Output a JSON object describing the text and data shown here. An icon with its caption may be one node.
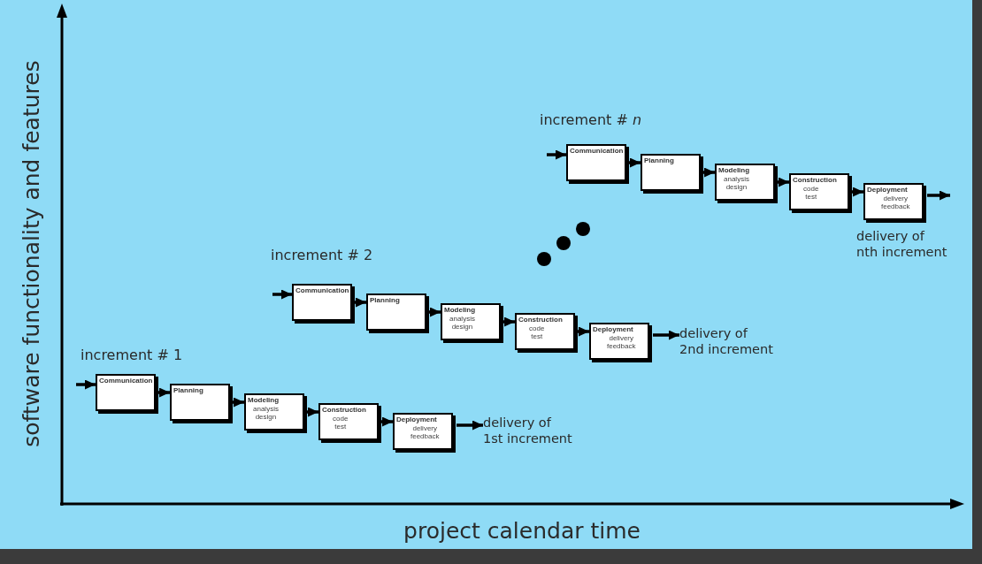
{
  "diagram": {
    "nodes": [
      {
        "text": [
          "Communication"
        ]
      },
      {
        "text": [
          "Planning"
        ]
      },
      {
        "text": [
          "Modeling",
          "analysis design"
        ]
      },
      {
        "text": [
          "Construction",
          "code test"
        ]
      },
      {
        "text": [
          "Deployment",
          "delivery feedback"
        ]
      },
      {
        "text": [
          "delivery of 1st increment"
        ]
      },
      {
        "text": [
          "Communication"
        ]
      },
      {
        "text": [
          "Planning"
        ]
      },
      {
        "text": [
          "Modeling",
          "analysis design"
        ]
      },
      {
        "text": [
          "Construction",
          "code test"
        ]
      },
      {
        "text": [
          "Deployment",
          "delivery feedback"
        ]
      },
      {
        "text": [
          "delivery of 2nd increment"
        ]
      },
      {
        "text": [
          "Communication"
        ]
      },
      {
        "text": [
          "Planning"
        ]
      },
      {
        "text": [
          "Modeling",
          "analysis design"
        ]
      },
      {
        "text": [
          "Construction",
          "code test"
        ]
      },
      {
        "text": [
          "Deployment",
          "delivery feedback"
        ]
      }
    ],
    "edges": [
      {
        "from": null,
        "to": 0,
        "arrow": "to"
      },
      {
        "from": 0,
        "to": 1,
        "arrow": "to"
      },
      {
        "from": 1,
        "to": 2,
        "arrow": "to"
      },
      {
        "from": 2,
        "to": 3,
        "arrow": "to"
      },
      {
        "from": 3,
        "to": 4,
        "arrow": "to"
      },
      {
        "from": 4,
        "to": 5,
        "arrow": "to"
      },
      {
        "from": null,
        "to": 6,
        "arrow": "to"
      },
      {
        "from": 6,
        "to": 7,
        "arrow": "to"
      },
      {
        "from": 7,
        "to": 8,
        "arrow": "to"
      },
      {
        "from": 8,
        "to": 9,
        "arrow": "to"
      },
      {
        "from": 9,
        "to": 10,
        "arrow": "to"
      },
      {
        "from": 10,
        "to": 11,
        "arrow": "to"
      },
      {
        "from": null,
        "to": 12,
        "arrow": "to"
      },
      {
        "from": 12,
        "to": 13,
        "arrow": "to"
      },
      {
        "from": 13,
        "to": 14,
        "arrow": "to"
      },
      {
        "from": 14,
        "to": 15,
        "arrow": "to"
      },
      {
        "from": 15,
        "to": 16,
        "arrow": "to"
      },
      {
        "from": 16,
        "to": null,
        "arrow": "to"
      }
    ],
    "labels": [
      "increment # 1",
      "increment # 2",
      "increment # *n*",
      "delivery of nth increment",
      "software functionality and features",
      "project calendar time"
    ]
  }
}
